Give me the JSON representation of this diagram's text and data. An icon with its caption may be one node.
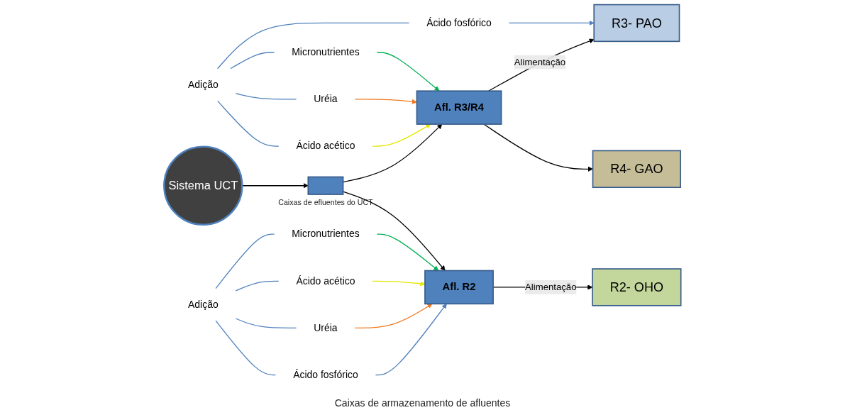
{
  "diagram": {
    "nodes": [
      {
        "text": [
          "Adição"
        ]
      },
      {
        "text": [
          "Micronutrientes"
        ]
      },
      {
        "text": [
          "Uréia"
        ]
      },
      {
        "text": [
          "Ácido acético"
        ]
      },
      {
        "text": [
          "Ácido fosfórico"
        ]
      },
      {
        "text": [
          "Sistema UCT"
        ]
      },
      {
        "text": [],
        "shape": "box",
        "beside": [
          "Caixas de efluentes do UCT"
        ]
      },
      {
        "text": [
          "Afl. R3/R4"
        ]
      },
      {
        "text": [
          "R3- PAO"
        ]
      },
      {
        "text": [
          "R4- GAO"
        ]
      },
      {
        "text": [
          "Afl. R2"
        ]
      },
      {
        "text": [
          "R2- OHO"
        ]
      },
      {
        "text": [
          "Micronutrientes"
        ]
      },
      {
        "text": [
          "Ácido acético"
        ]
      },
      {
        "text": [
          "Uréia"
        ]
      },
      {
        "text": [
          "Ácido fosfórico"
        ]
      },
      {
        "text": [
          "Adição"
        ]
      }
    ],
    "edges": [
      {
        "from": 0,
        "to": 1,
        "arrow": "none"
      },
      {
        "from": 0,
        "to": 2,
        "arrow": "none"
      },
      {
        "from": 0,
        "to": 3,
        "arrow": "none"
      },
      {
        "from": 0,
        "to": 4,
        "arrow": "none"
      },
      {
        "from": 1,
        "to": 7,
        "arrow": "to",
        "color": "#00b050"
      },
      {
        "from": 2,
        "to": 7,
        "arrow": "to",
        "color": "#f07820"
      },
      {
        "from": 3,
        "to": 7,
        "arrow": "to",
        "color": "#e6e600"
      },
      {
        "from": 4,
        "to": 8,
        "arrow": "to"
      },
      {
        "from": 5,
        "to": 6,
        "arrow": "to",
        "color": "#000000"
      },
      {
        "from": 6,
        "to": 7,
        "arrow": "to",
        "color": "#000000"
      },
      {
        "from": 6,
        "to": 10,
        "arrow": "to",
        "color": "#000000"
      },
      {
        "from": 7,
        "to": 8,
        "arrow": "to",
        "label": "Alimentação",
        "color": "#000000"
      },
      {
        "from": 7,
        "to": 9,
        "arrow": "to",
        "color": "#000000"
      },
      {
        "from": 10,
        "to": 11,
        "arrow": "to",
        "label": "Alimentação",
        "color": "#000000"
      },
      {
        "from": 12,
        "to": 10,
        "arrow": "to",
        "color": "#00b050"
      },
      {
        "from": 13,
        "to": 10,
        "arrow": "to",
        "color": "#e6e600"
      },
      {
        "from": 14,
        "to": 10,
        "arrow": "to",
        "color": "#f07820"
      },
      {
        "from": 15,
        "to": 10,
        "arrow": "to"
      },
      {
        "from": 16,
        "to": 12,
        "arrow": "none"
      },
      {
        "from": 16,
        "to": 13,
        "arrow": "none"
      },
      {
        "from": 16,
        "to": 14,
        "arrow": "none"
      },
      {
        "from": 16,
        "to": 15,
        "arrow": "none"
      }
    ],
    "labels": [
      "Caixas de armazenamento de afluentes"
    ]
  }
}
